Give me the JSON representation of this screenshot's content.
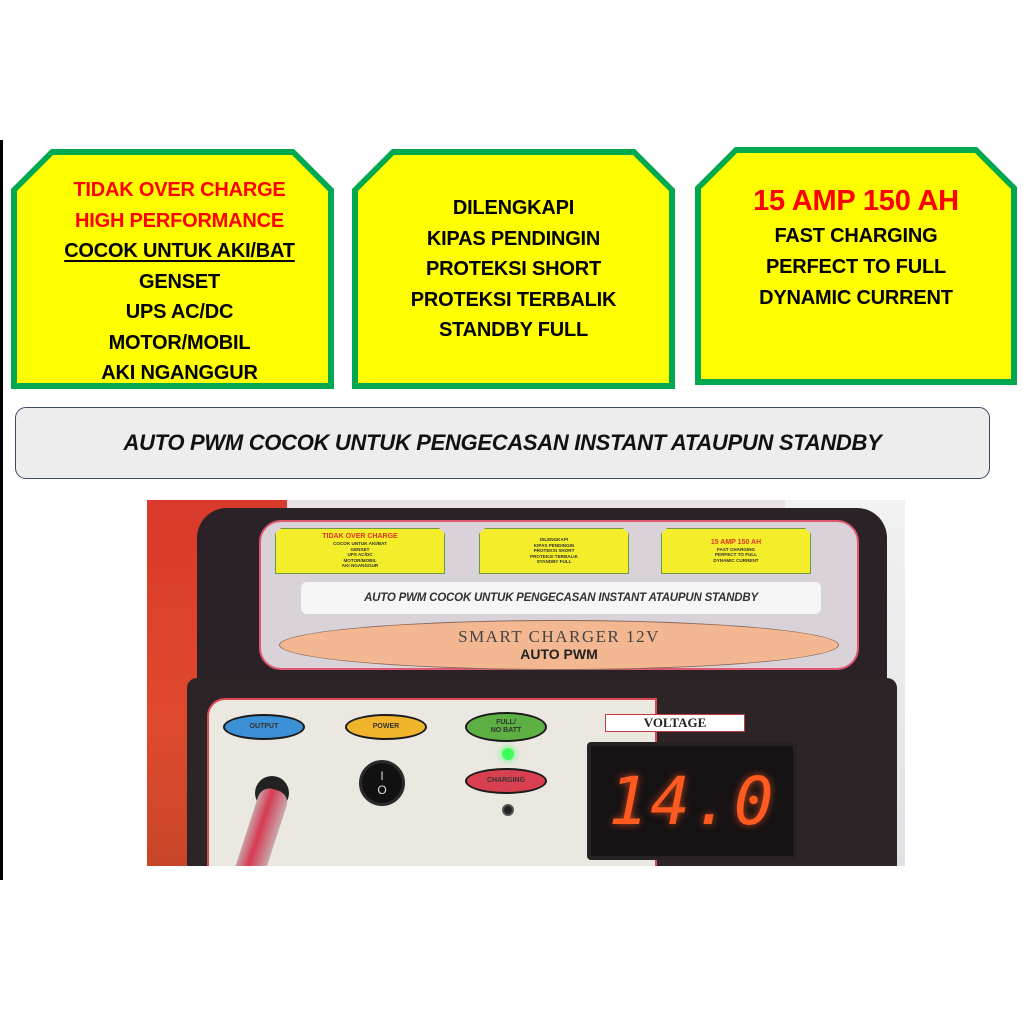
{
  "panels": [
    {
      "id": "features-compatibility",
      "lines": [
        {
          "text": "TIDAK OVER CHARGE",
          "style": "red"
        },
        {
          "text": "HIGH PERFORMANCE",
          "style": "red"
        },
        {
          "text": "COCOK UNTUK AKI/BAT",
          "style": "underline"
        },
        {
          "text": "GENSET",
          "style": "normal"
        },
        {
          "text": "UPS AC/DC",
          "style": "normal"
        },
        {
          "text": "MOTOR/MOBIL",
          "style": "normal"
        },
        {
          "text": "AKI NGANGGUR",
          "style": "normal"
        }
      ]
    },
    {
      "id": "features-protection",
      "lines": [
        {
          "text": "DILENGKAPI",
          "style": "normal"
        },
        {
          "text": "KIPAS PENDINGIN",
          "style": "normal"
        },
        {
          "text": "PROTEKSI SHORT",
          "style": "normal"
        },
        {
          "text": "PROTEKSI TERBALIK",
          "style": "normal"
        },
        {
          "text": "STANDBY FULL",
          "style": "normal"
        }
      ]
    },
    {
      "id": "features-specs",
      "lines": [
        {
          "text": "15 AMP 150 AH",
          "style": "red-big"
        },
        {
          "text": "FAST CHARGING",
          "style": "normal"
        },
        {
          "text": "PERFECT TO FULL",
          "style": "normal"
        },
        {
          "text": "DYNAMIC CURRENT",
          "style": "normal"
        }
      ]
    }
  ],
  "banner": {
    "text": "AUTO PWM COCOK UNTUK PENGECASAN INSTANT ATAUPUN STANDBY"
  },
  "colors": {
    "panel_fill": "#ffff00",
    "panel_border": "#00a84f",
    "accent_red": "#ff0000",
    "banner_fill": "#ededed",
    "banner_border": "#3b4a63",
    "led_display": "#ff5a1f"
  },
  "product_photo": {
    "top_label": {
      "mini_banner": "AUTO PWM COCOK UNTUK PENGECASAN INSTANT ATAUPUN STANDBY",
      "model_name": "SMART CHARGER 12V",
      "mode": "AUTO PWM"
    },
    "front_panel": {
      "indicators": {
        "output": "OUTPUT",
        "power": "POWER",
        "full_line1": "FULL/",
        "full_line2": "NO BATT",
        "charging": "CHARGING"
      },
      "switch_on": "I",
      "switch_off": "O",
      "voltage_label": "VOLTAGE",
      "voltage_reading": "14.0"
    }
  }
}
